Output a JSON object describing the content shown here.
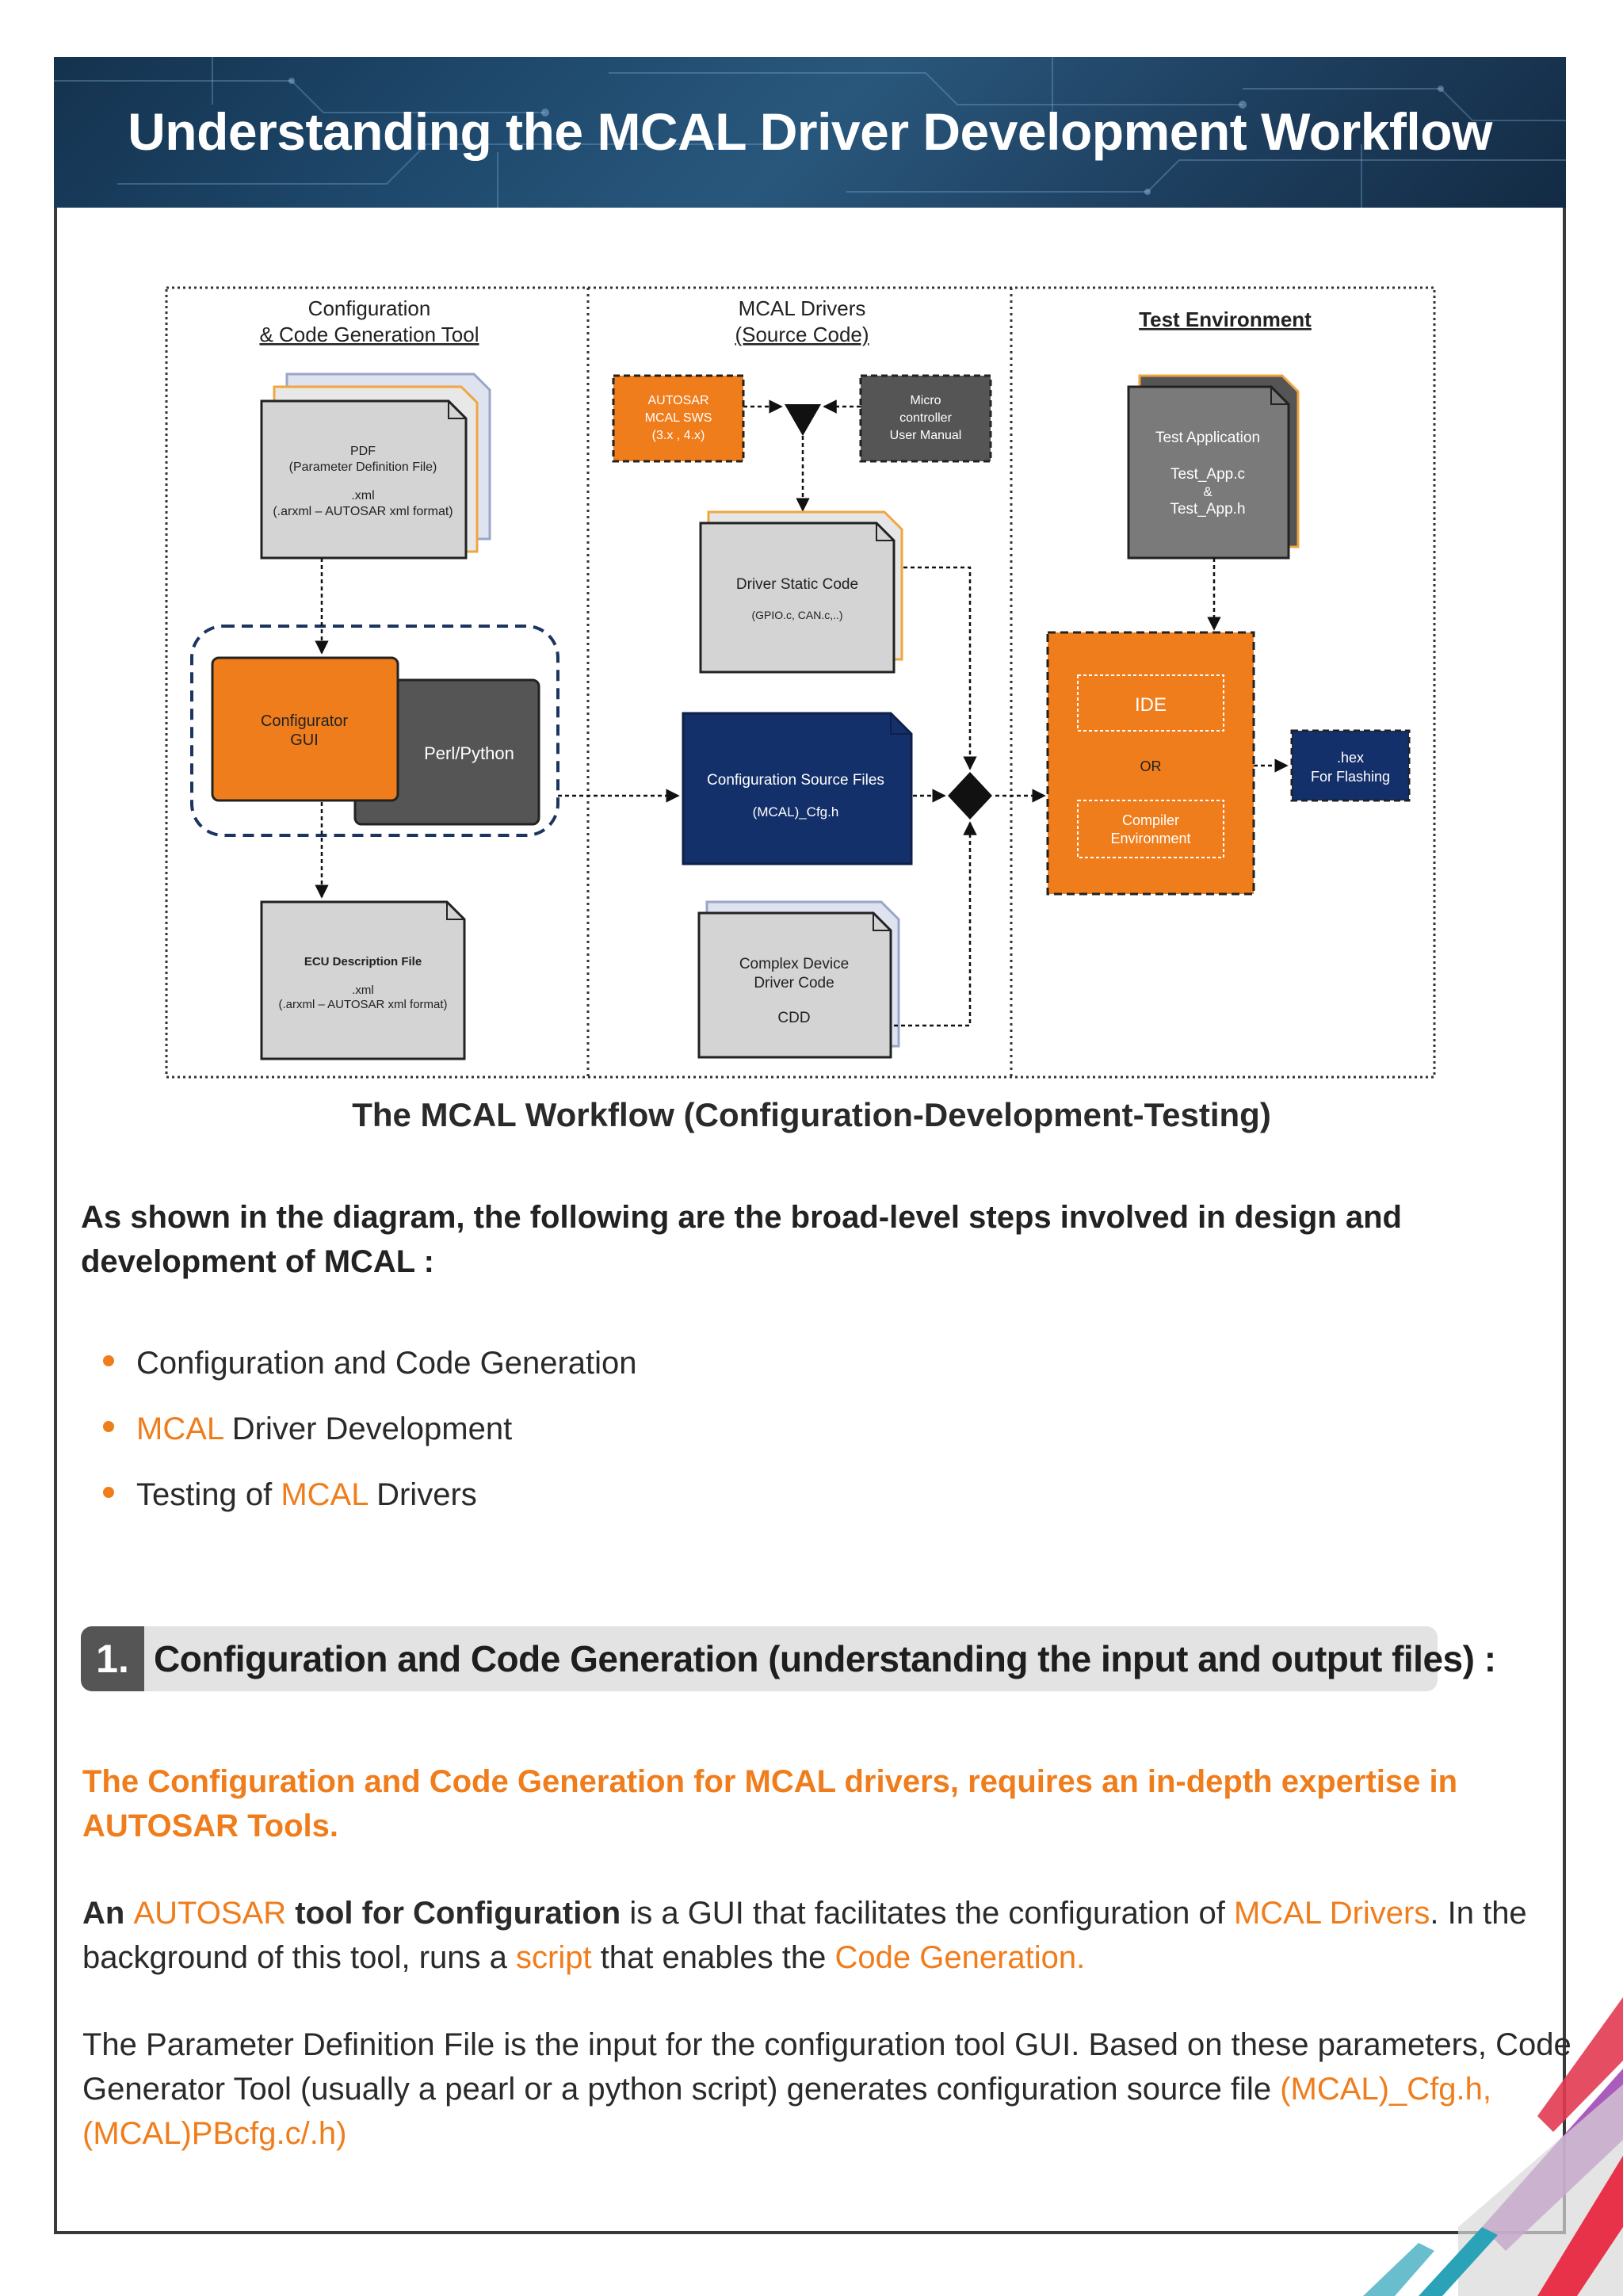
{
  "page": {
    "title": "Understanding the MCAL Driver Development Workflow"
  },
  "diagram": {
    "col1_title_line1": "Configuration",
    "col1_title_line2": "& Code Generation Tool",
    "col2_title_line1": "MCAL Drivers",
    "col2_title_line2": "(Source Code)",
    "col3_title": "Test Environment",
    "pdf_line1": "PDF",
    "pdf_line2": "(Parameter Definition File)",
    "pdf_line3": ".xml",
    "pdf_line4": "(.arxml – AUTOSAR xml format)",
    "configurator_line1": "Configurator",
    "configurator_line2": "GUI",
    "perl_python": "Perl/Python",
    "ecu_line1": "ECU Description File",
    "ecu_line2": ".xml",
    "ecu_line3": "(.arxml – AUTOSAR xml format)",
    "autosar_line1": "AUTOSAR",
    "autosar_line2": "MCAL SWS",
    "autosar_line3": "(3.x , 4.x)",
    "micro_line1": "Micro",
    "micro_line2": "controller",
    "micro_line3": "User Manual",
    "static_line1": "Driver Static Code",
    "static_line2": "(GPIO.c, CAN.c,..)",
    "cfgsrc_line1": "Configuration Source Files",
    "cfgsrc_line2": "(MCAL)_Cfg.h",
    "cdd_line1": "Complex Device",
    "cdd_line2": "Driver Code",
    "cdd_line3": "CDD",
    "testapp_line1": "Test Application",
    "testapp_line2": "Test_App.c",
    "testapp_line3": "&",
    "testapp_line4": "Test_App.h",
    "ide": "IDE",
    "or": "OR",
    "compiler_line1": "Compiler",
    "compiler_line2": "Environment",
    "hex_line1": ".hex",
    "hex_line2": "For Flashing"
  },
  "caption": "The MCAL Workflow (Configuration-Development-Testing)",
  "intro": "As shown in the diagram, the following are the broad-level steps involved in design and development of MCAL :",
  "bullets": {
    "b1": "Configuration and Code Generation",
    "b2_hl": "MCAL",
    "b2_rest": " Driver Development",
    "b3_pre": "Testing of ",
    "b3_hl": "MCAL",
    "b3_post": " Drivers"
  },
  "section": {
    "number": "1.",
    "title": "Configuration and Code Generation (understanding the input and output files) :"
  },
  "lead": "The Configuration and Code Generation for MCAL drivers, requires an in-depth expertise in AUTOSAR Tools.",
  "para1": {
    "t1": "An ",
    "t2": "AUTOSAR",
    "t3": " tool for Configuration",
    "t4": " is a GUI that facilitates the configuration of ",
    "t5": "MCAL Drivers",
    "t6": ". In the background of this tool, runs a ",
    "t7": "script",
    "t8": " that enables the ",
    "t9": "Code Generation."
  },
  "para2": {
    "t1": "The Parameter Definition File is the input for the configuration tool GUI. Based on these parameters, Code Generator Tool (usually a pearl or a python script) generates configuration source file ",
    "t2": "(MCAL)_Cfg.h, (MCAL)PBcfg.c/.h)"
  },
  "colors": {
    "accent_orange": "#f07d1c",
    "navy": "#14306a",
    "dark_gray": "#555555",
    "banner_blue": "#1f4a6e"
  }
}
